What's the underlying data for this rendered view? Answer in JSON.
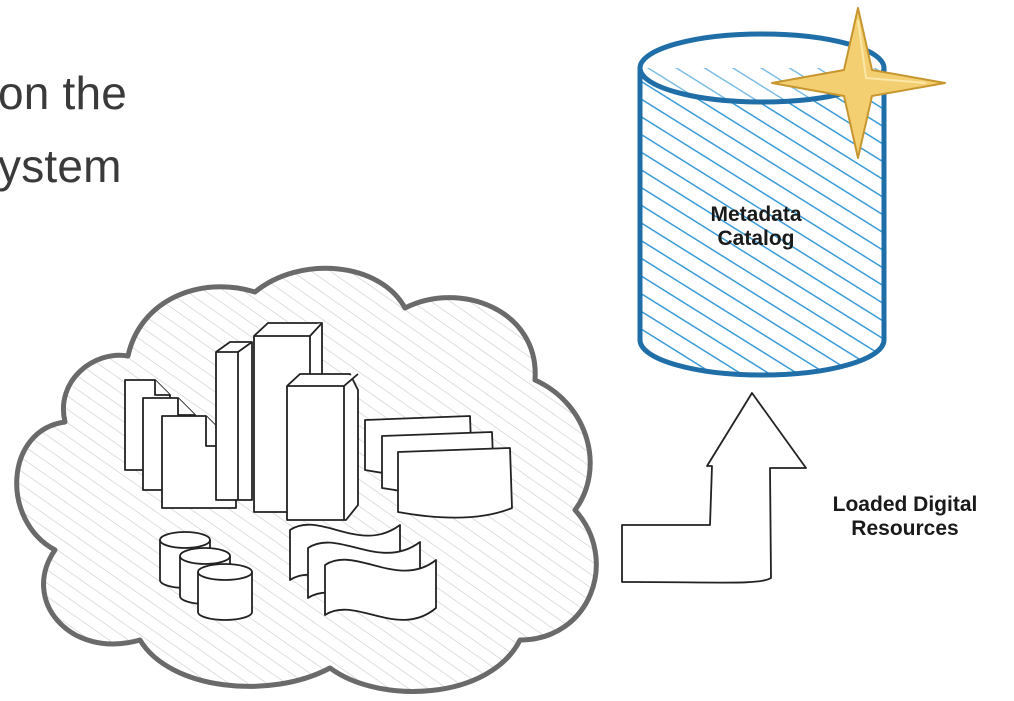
{
  "heading": {
    "lines": [
      "on the",
      "ystem"
    ]
  },
  "catalog": {
    "label_lines": [
      "Metadata",
      "Catalog"
    ],
    "color": "#1f6ea8",
    "hatch_color": "#3a9bd8"
  },
  "resources": {
    "label_lines": [
      "Loaded Digital",
      "Resources"
    ]
  },
  "star": {
    "fill": "#f3cf72",
    "stroke": "#c7962f"
  },
  "cloud": {
    "stroke": "#6a6a6a",
    "hatch_color": "#c9c9c9"
  }
}
